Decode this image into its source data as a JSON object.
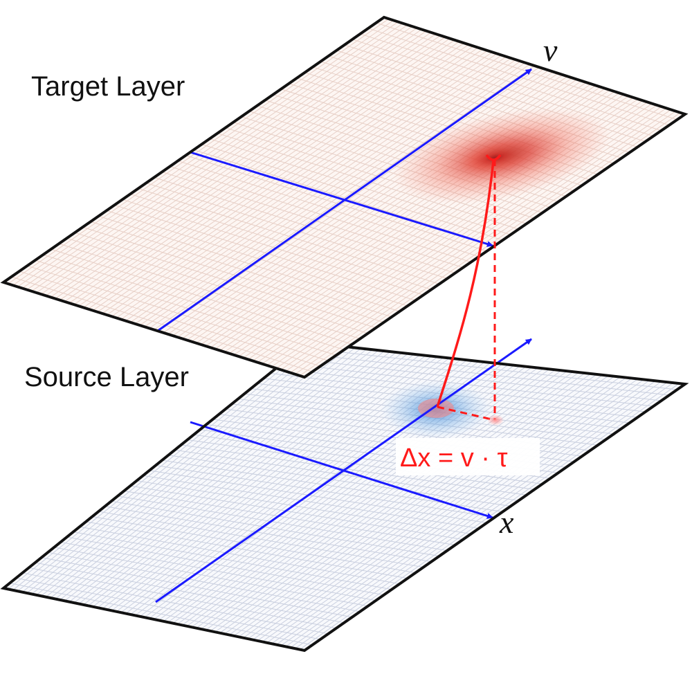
{
  "diagram": {
    "target_layer_label": "Target Layer",
    "source_layer_label": "Source Layer",
    "axis_x_label": "x",
    "axis_v_label": "v",
    "formula": "Δx = v · τ",
    "colors": {
      "plane_outline": "#111111",
      "axis": "#1a1aff",
      "target_grid": "#e7cfc6",
      "target_fill": "#fdf6f3",
      "source_grid": "#c9cfdf",
      "source_fill": "#f8f9fc",
      "target_blob": "#e8342a",
      "source_blob": "#3a86d8",
      "connector": "#ff1a1a"
    }
  }
}
